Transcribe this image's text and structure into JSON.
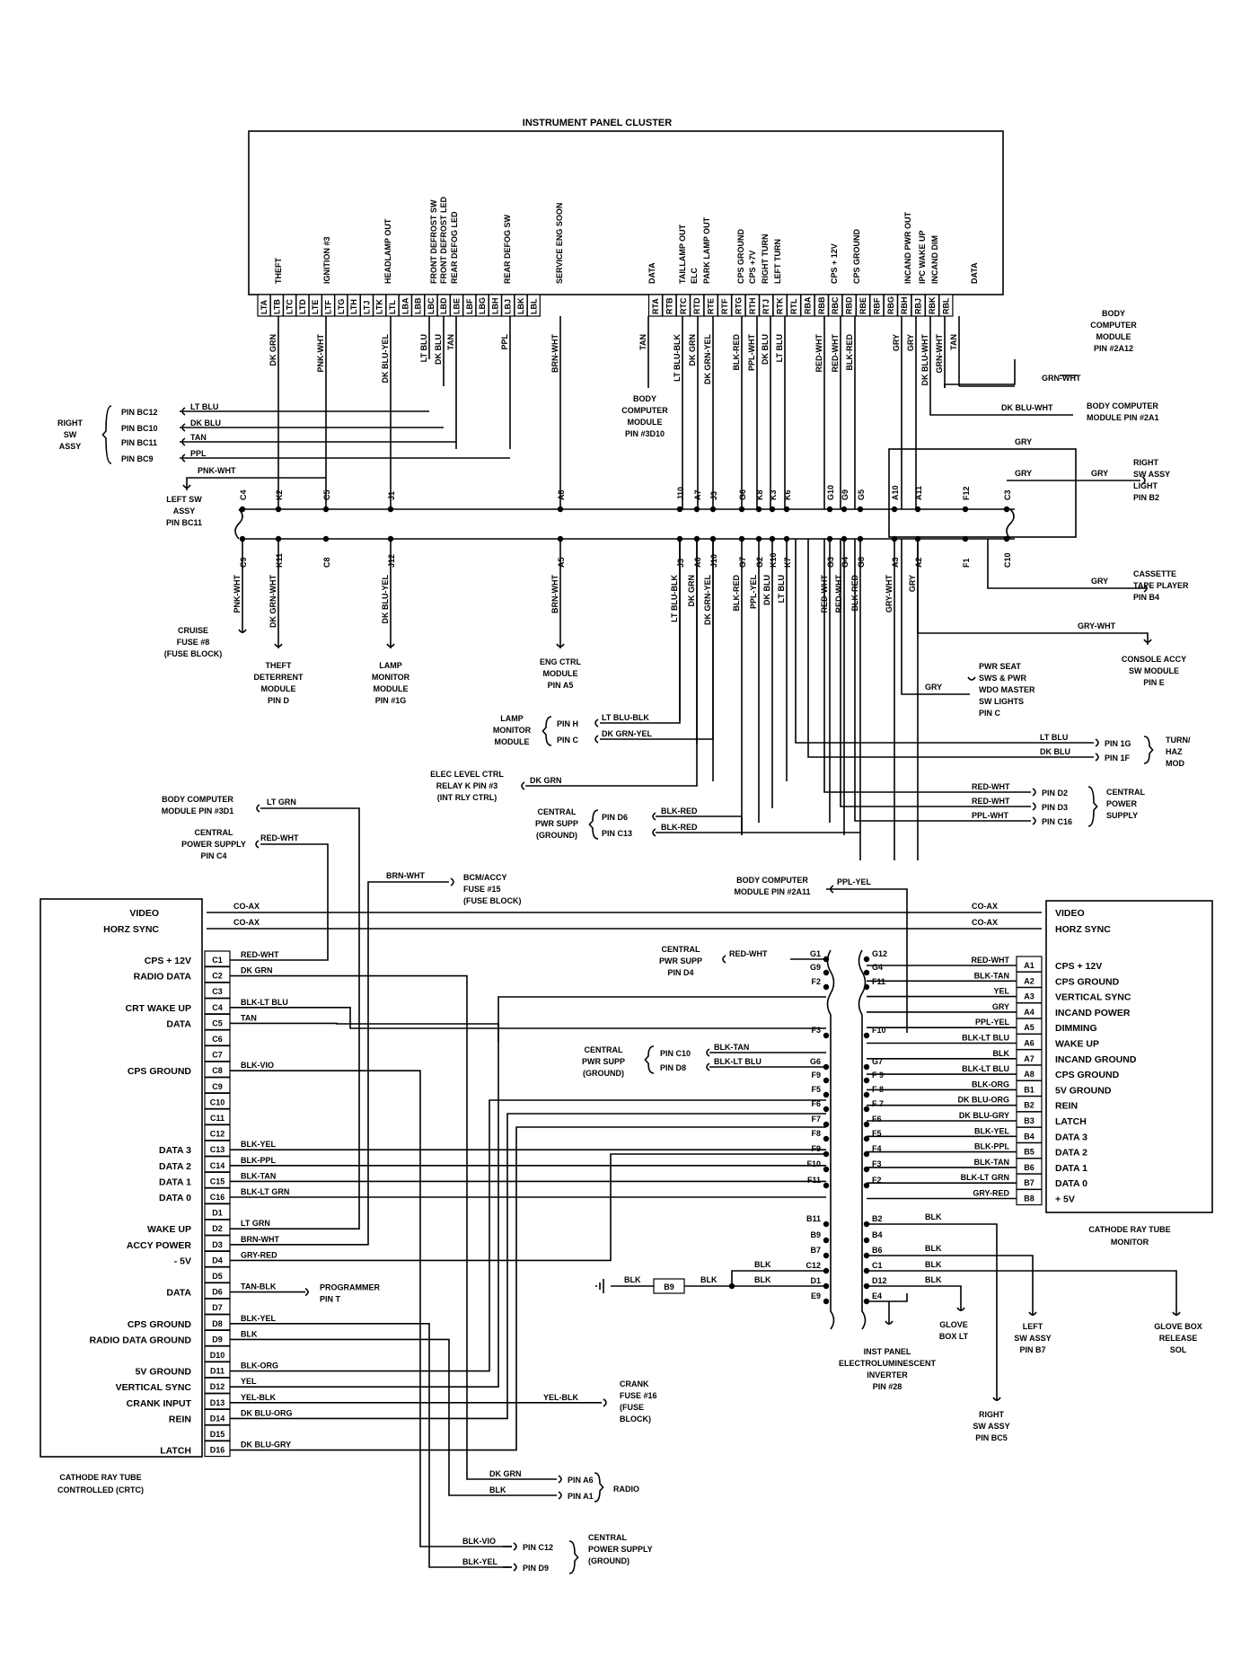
{
  "title_cluster": "INSTRUMENT PANEL CLUSTER",
  "cluster_functions": [
    "THEFT",
    "IGNITION #3",
    "HEADLAMP OUT",
    "FRONT DEFROST SW",
    "FRONT DEFROST LED",
    "REAR DEFOG LED",
    "REAR DEFOG SW",
    "SERVICE ENG SOON",
    "DATA",
    "TAILLAMP OUT",
    "ELC",
    "PARK LAMP OUT",
    "CPS GROUND",
    "CPS +7V",
    "RIGHT TURN",
    "LEFT TURN",
    "CPS + 12V",
    "CPS GROUND",
    "INCAND PWR OUT",
    "IPC WAKE UP",
    "INCAND DIM",
    "DATA"
  ],
  "cluster_pins_left": [
    "LTA",
    "LTB",
    "LTC",
    "LTD",
    "LTE",
    "LTF",
    "LTG",
    "LTH",
    "LTJ",
    "LTK",
    "LTL",
    "LBA",
    "LBB",
    "LBC",
    "LBD",
    "LBE",
    "LBF",
    "LBG",
    "LBH",
    "LBJ",
    "LBK",
    "LBL"
  ],
  "cluster_pins_right": [
    "RTA",
    "RTB",
    "RTC",
    "RTD",
    "RTE",
    "RTF",
    "RTG",
    "RTH",
    "RTJ",
    "RTK",
    "RTL",
    "RBA",
    "RBB",
    "RBC",
    "RBD",
    "RBE",
    "RBF",
    "RBG",
    "RBH",
    "RBJ",
    "RBK",
    "RBL"
  ],
  "cluster_wires": [
    "DK GRN",
    "PNK-WHT",
    "DK BLU-YEL",
    "LT BLU",
    "DK BLU",
    "TAN",
    "PPL",
    "BRN-WHT",
    "TAN",
    "LT BLU-BLK",
    "DK GRN",
    "DK GRN-YEL",
    "BLK-RED",
    "PPL-WHT",
    "DK BLU",
    "LT BLU",
    "RED-WHT",
    "RED-WHT",
    "BLK-RED",
    "GRY",
    "GRY",
    "DK BLU-WHT",
    "GRN-WHT",
    "TAN"
  ],
  "right_sw_assy": {
    "name": [
      "RIGHT",
      "SW",
      "ASSY"
    ],
    "pins": [
      {
        "pin": "PIN BC12",
        "wire": "LT BLU"
      },
      {
        "pin": "PIN BC10",
        "wire": "DK BLU"
      },
      {
        "pin": "PIN BC11",
        "wire": "TAN"
      },
      {
        "pin": "PIN BC9",
        "wire": "PPL"
      }
    ]
  },
  "left_sw_assy": {
    "wire": "PNK-WHT",
    "name": [
      "LEFT SW",
      "ASSY",
      "PIN BC11"
    ]
  },
  "body_computer_top": {
    "wire": "GRN-WHT",
    "name": [
      "BODY",
      "COMPUTER",
      "MODULE",
      "PIN #2A12"
    ]
  },
  "body_computer_2a1": {
    "wire": "DK BLU-WHT",
    "name": [
      "BODY COMPUTER",
      "MODULE PIN #2A1"
    ]
  },
  "body_computer_3d10": [
    "BODY",
    "COMPUTER",
    "MODULE",
    "PIN #3D10"
  ],
  "right_sw_light": {
    "wire": "GRY",
    "name": [
      "RIGHT",
      "SW ASSY",
      "LIGHT",
      "PIN B2"
    ]
  },
  "gry_label": "GRY",
  "cassette": {
    "wire": "GRY",
    "name": [
      "CASSETTE",
      "TAPE PLAYER",
      "PIN B4"
    ]
  },
  "console": {
    "wire": "GRY-WHT",
    "name": [
      "CONSOLE ACCY",
      "SW MODULE",
      "PIN E"
    ]
  },
  "pwr_seat": {
    "wire": "GRY",
    "name": [
      "PWR SEAT",
      "SWS & PWR",
      "WDO MASTER",
      "SW LIGHTS",
      "PIN C"
    ]
  },
  "turn_haz": {
    "pins": [
      {
        "pin": "PIN 1G",
        "wire": "LT BLU"
      },
      {
        "pin": "PIN 1F",
        "wire": "DK BLU"
      }
    ],
    "name": [
      "TURN/",
      "HAZ",
      "MOD"
    ]
  },
  "central_power_right": {
    "pins": [
      {
        "pin": "PIN D2",
        "wire": "RED-WHT"
      },
      {
        "pin": "PIN D3",
        "wire": "RED-WHT"
      },
      {
        "pin": "PIN C16",
        "wire": "PPL-WHT"
      }
    ],
    "name": [
      "CENTRAL",
      "POWER",
      "SUPPLY"
    ]
  },
  "connector_top": [
    "C4",
    "K2",
    "C5",
    "J1",
    "A8",
    "J10",
    "A7",
    "J3",
    "G6",
    "K8",
    "K3",
    "K6",
    "G10",
    "G9",
    "G5",
    "A10",
    "A11",
    "F12",
    "C3"
  ],
  "connector_bot": [
    "C9",
    "K11",
    "C8",
    "J12",
    "A5",
    "J3",
    "A6",
    "J10",
    "G7",
    "G2",
    "K10",
    "K7",
    "G3",
    "G4",
    "G8",
    "A3",
    "A2",
    "F1",
    "C10"
  ],
  "below_conn_wires": [
    "PNK-WHT",
    "DK GRN-WHT",
    "DK BLU-YEL",
    "BRN-WHT",
    "LT BLU-BLK",
    "DK GRN",
    "DK GRN-YEL",
    "BLK-RED",
    "PPL-YEL",
    "DK BLU",
    "LT BLU",
    "RED-WHT",
    "RED-WHT",
    "BLK-RED",
    "GRY-WHT",
    "GRY"
  ],
  "cruise_fuse": [
    "CRUISE",
    "FUSE #8",
    "(FUSE BLOCK)"
  ],
  "theft_module": [
    "THEFT",
    "DETERRENT",
    "MODULE",
    "PIN D"
  ],
  "lamp_monitor_1g": [
    "LAMP",
    "MONITOR",
    "MODULE",
    "PIN #1G"
  ],
  "eng_ctrl": [
    "ENG CTRL",
    "MODULE",
    "PIN A5"
  ],
  "lamp_monitor_hc": {
    "name": [
      "LAMP",
      "MONITOR",
      "MODULE"
    ],
    "pins": [
      {
        "pin": "PIN H",
        "wire": "LT BLU-BLK"
      },
      {
        "pin": "PIN C",
        "wire": "DK GRN-YEL"
      }
    ]
  },
  "elec_level": {
    "name": [
      "ELEC LEVEL CTRL",
      "RELAY K PIN #3",
      "(INT RLY CTRL)"
    ],
    "wire": "DK GRN"
  },
  "central_pwr_ground_top": {
    "name": [
      "CENTRAL",
      "PWR SUPP",
      "(GROUND)"
    ],
    "pins": [
      {
        "pin": "PIN D6",
        "wire": "BLK-RED"
      },
      {
        "pin": "PIN C13",
        "wire": "BLK-RED"
      }
    ]
  },
  "body_computer_3d1": {
    "name": [
      "BODY COMPUTER",
      "MODULE PIN #3D1"
    ],
    "wire": "LT GRN"
  },
  "central_power_c4": {
    "name": [
      "CENTRAL",
      "POWER SUPPLY",
      "PIN C4"
    ],
    "wire": "RED-WHT"
  },
  "bcm_fuse": {
    "wire": "BRN-WHT",
    "name": [
      "BCM/ACCY",
      "FUSE #15",
      "(FUSE BLOCK)"
    ]
  },
  "body_computer_2a11": {
    "name": [
      "BODY COMPUTER",
      "MODULE PIN #2A11"
    ],
    "wire": "PPL-YEL"
  },
  "crtc": {
    "name": [
      "CATHODE RAY TUBE",
      "CONTROLLED (CRTC)"
    ],
    "coax_rows": [
      {
        "label": "VIDEO",
        "wire": "CO-AX"
      },
      {
        "label": "HORZ SYNC",
        "wire": "CO-AX"
      }
    ],
    "rows": [
      {
        "label": "CPS + 12V",
        "pin": "C1",
        "wire": "RED-WHT"
      },
      {
        "label": "RADIO DATA",
        "pin": "C2",
        "wire": "DK GRN"
      },
      {
        "label": "",
        "pin": "C3",
        "wire": ""
      },
      {
        "label": "CRT WAKE UP",
        "pin": "C4",
        "wire": "BLK-LT BLU"
      },
      {
        "label": "DATA",
        "pin": "C5",
        "wire": "TAN"
      },
      {
        "label": "",
        "pin": "C6",
        "wire": ""
      },
      {
        "label": "",
        "pin": "C7",
        "wire": ""
      },
      {
        "label": "CPS GROUND",
        "pin": "C8",
        "wire": "BLK-VIO"
      },
      {
        "label": "",
        "pin": "C9",
        "wire": ""
      },
      {
        "label": "",
        "pin": "C10",
        "wire": ""
      },
      {
        "label": "",
        "pin": "C11",
        "wire": ""
      },
      {
        "label": "",
        "pin": "C12",
        "wire": ""
      },
      {
        "label": "DATA 3",
        "pin": "C13",
        "wire": "BLK-YEL"
      },
      {
        "label": "DATA 2",
        "pin": "C14",
        "wire": "BLK-PPL"
      },
      {
        "label": "DATA 1",
        "pin": "C15",
        "wire": "BLK-TAN"
      },
      {
        "label": "DATA 0",
        "pin": "C16",
        "wire": "BLK-LT GRN"
      },
      {
        "label": "",
        "pin": "D1",
        "wire": ""
      },
      {
        "label": "WAKE UP",
        "pin": "D2",
        "wire": "LT GRN"
      },
      {
        "label": "ACCY POWER",
        "pin": "D3",
        "wire": "BRN-WHT"
      },
      {
        "label": "- 5V",
        "pin": "D4",
        "wire": "GRY-RED"
      },
      {
        "label": "",
        "pin": "D5",
        "wire": ""
      },
      {
        "label": "DATA",
        "pin": "D6",
        "wire": "TAN-BLK"
      },
      {
        "label": "",
        "pin": "D7",
        "wire": ""
      },
      {
        "label": "CPS GROUND",
        "pin": "D8",
        "wire": "BLK-YEL"
      },
      {
        "label": "RADIO DATA GROUND",
        "pin": "D9",
        "wire": "BLK"
      },
      {
        "label": "",
        "pin": "D10",
        "wire": ""
      },
      {
        "label": "5V GROUND",
        "pin": "D11",
        "wire": "BLK-ORG"
      },
      {
        "label": "VERTICAL SYNC",
        "pin": "D12",
        "wire": "YEL"
      },
      {
        "label": "CRANK INPUT",
        "pin": "D13",
        "wire": "YEL-BLK"
      },
      {
        "label": "REIN",
        "pin": "D14",
        "wire": "DK BLU-ORG"
      },
      {
        "label": "",
        "pin": "D15",
        "wire": ""
      },
      {
        "label": "LATCH",
        "pin": "D16",
        "wire": "DK BLU-GRY"
      }
    ]
  },
  "programmer": {
    "name": [
      "PROGRAMMER",
      "PIN T"
    ]
  },
  "crank_fuse": {
    "wire": "YEL-BLK",
    "name": [
      "CRANK",
      "FUSE #16",
      "(FUSE",
      "BLOCK)"
    ]
  },
  "radio": {
    "name": "RADIO",
    "pins": [
      {
        "pin": "PIN A6",
        "wire": "DK GRN"
      },
      {
        "pin": "PIN A1",
        "wire": "BLK"
      }
    ]
  },
  "central_power_bottom": {
    "name": [
      "CENTRAL",
      "POWER SUPPLY",
      "(GROUND)"
    ],
    "pins": [
      {
        "pin": "PIN C12",
        "wire": "BLK-VIO"
      },
      {
        "pin": "PIN D9",
        "wire": "BLK-YEL"
      }
    ]
  },
  "central_pwr_d4": {
    "name": [
      "CENTRAL",
      "PWR SUPP",
      "PIN D4"
    ],
    "wire": "RED-WHT"
  },
  "central_pwr_ground_mid": {
    "name": [
      "CENTRAL",
      "PWR SUPP",
      "(GROUND)"
    ],
    "pins": [
      {
        "pin": "PIN C10",
        "wire": "BLK-TAN"
      },
      {
        "pin": "PIN D8",
        "wire": "BLK-LT BLU"
      }
    ]
  },
  "inline_left": [
    "G1",
    "G9",
    "F2",
    "F3",
    "G6",
    "F9",
    "F5",
    "F6",
    "F7",
    "F8",
    "F9",
    "F10",
    "F11",
    "B11",
    "B9",
    "B7",
    "C12",
    "D1",
    "E9"
  ],
  "inline_right": [
    "G12",
    "G4",
    "F11",
    "F10",
    "G7",
    "F 9",
    "F 8",
    "F 7",
    "F6",
    "F5",
    "F4",
    "F3",
    "F2",
    "B2",
    "B4",
    "B6",
    "C1",
    "D12",
    "E4"
  ],
  "monitor": {
    "name": [
      "CATHODE RAY TUBE",
      "MONITOR"
    ],
    "coax_rows": [
      {
        "label": "VIDEO",
        "wire": "CO-AX"
      },
      {
        "label": "HORZ SYNC",
        "wire": "CO-AX"
      }
    ],
    "rows": [
      {
        "pin": "A1",
        "label": "CPS + 12V",
        "wire": "RED-WHT"
      },
      {
        "pin": "A2",
        "label": "CPS GROUND",
        "wire": "BLK-TAN"
      },
      {
        "pin": "A3",
        "label": "VERTICAL SYNC",
        "wire": "YEL"
      },
      {
        "pin": "A4",
        "label": "INCAND POWER",
        "wire": "GRY"
      },
      {
        "pin": "A5",
        "label": "DIMMING",
        "wire": "PPL-YEL"
      },
      {
        "pin": "A6",
        "label": "WAKE UP",
        "wire": "BLK-LT BLU"
      },
      {
        "pin": "A7",
        "label": "INCAND GROUND",
        "wire": "BLK"
      },
      {
        "pin": "A8",
        "label": "CPS GROUND",
        "wire": "BLK-LT BLU"
      },
      {
        "pin": "B1",
        "label": "5V GROUND",
        "wire": "BLK-ORG"
      },
      {
        "pin": "B2",
        "label": "REIN",
        "wire": "DK BLU-ORG"
      },
      {
        "pin": "B3",
        "label": "LATCH",
        "wire": "DK BLU-GRY"
      },
      {
        "pin": "B4",
        "label": "DATA 3",
        "wire": "BLK-YEL"
      },
      {
        "pin": "B5",
        "label": "DATA 2",
        "wire": "BLK-PPL"
      },
      {
        "pin": "B6",
        "label": "DATA 1",
        "wire": "BLK-TAN"
      },
      {
        "pin": "B7",
        "label": "DATA 0",
        "wire": "BLK-LT GRN"
      },
      {
        "pin": "B8",
        "label": "+ 5V",
        "wire": "GRY-RED"
      }
    ]
  },
  "ground": {
    "wire": "BLK",
    "splice": "B9"
  },
  "blk": "BLK",
  "glove_box_lt": [
    "GLOVE",
    "BOX LT"
  ],
  "left_sw_b7": [
    "LEFT",
    "SW ASSY",
    "PIN B7"
  ],
  "glove_release": [
    "GLOVE BOX",
    "RELEASE",
    "SOL"
  ],
  "inverter": [
    "INST PANEL",
    "ELECTROLUMINESCENT",
    "INVERTER",
    "PIN #28"
  ],
  "right_sw_bc5": [
    "RIGHT",
    "SW ASSY",
    "PIN BC5"
  ]
}
